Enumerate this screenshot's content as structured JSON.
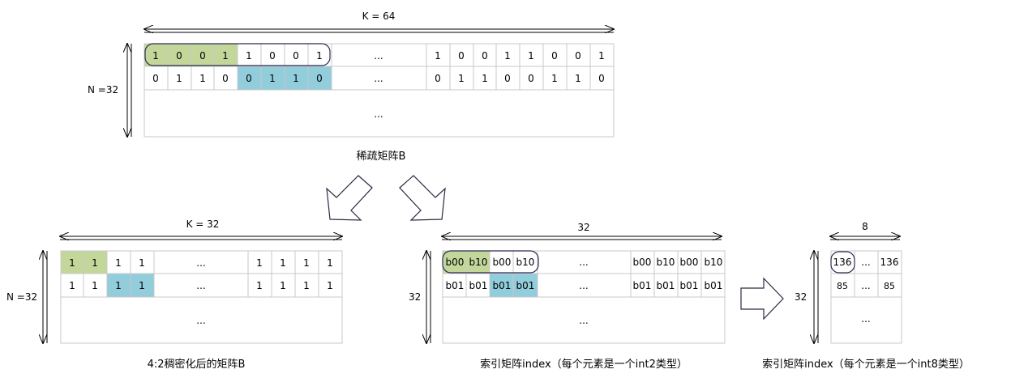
{
  "colors": {
    "green": "#c4d79b",
    "blue": "#92cddc",
    "grid": "#c8c8c8",
    "stroke": "#000000"
  },
  "top": {
    "k_label": "K = 64",
    "n_label": "N =32",
    "row1_left": [
      "1",
      "0",
      "0",
      "1",
      "1",
      "0",
      "0",
      "1"
    ],
    "row2_left": [
      "0",
      "1",
      "1",
      "0",
      "0",
      "1",
      "1",
      "0"
    ],
    "ellipsis": "...",
    "row1_right": [
      "1",
      "0",
      "0",
      "1",
      "1",
      "0",
      "0",
      "1"
    ],
    "row2_right": [
      "0",
      "1",
      "1",
      "0",
      "0",
      "1",
      "1",
      "0"
    ],
    "caption": "稀疏矩阵B"
  },
  "bottom_left": {
    "k_label": "K = 32",
    "n_label": "N =32",
    "row1_left": [
      "1",
      "1",
      "1",
      "1"
    ],
    "row2_left": [
      "1",
      "1",
      "1",
      "1"
    ],
    "ellipsis": "...",
    "row1_right": [
      "1",
      "1",
      "1",
      "1"
    ],
    "row2_right": [
      "1",
      "1",
      "1",
      "1"
    ],
    "caption": "4:2稠密化后的矩阵B"
  },
  "bottom_mid": {
    "top_label": "32",
    "side_label": "32",
    "row1_left": [
      "b00",
      "b10",
      "b00",
      "b10"
    ],
    "row2_left": [
      "b01",
      "b01",
      "b01",
      "b01"
    ],
    "ellipsis": "...",
    "row1_right": [
      "b00",
      "b10",
      "b00",
      "b10"
    ],
    "row2_right": [
      "b01",
      "b01",
      "b01",
      "b01"
    ],
    "caption": "索引矩阵index（每个元素是一个int2类型）"
  },
  "bottom_right": {
    "top_label": "8",
    "side_label": "32",
    "row1": [
      "136",
      "...",
      "136"
    ],
    "row2": [
      "85",
      "...",
      "85"
    ],
    "ellipsis": "...",
    "caption": "索引矩阵index（每个元素是一个int8类型）"
  },
  "icons": [
    "down-left-arrow-icon",
    "down-right-arrow-icon",
    "right-arrow-icon"
  ]
}
